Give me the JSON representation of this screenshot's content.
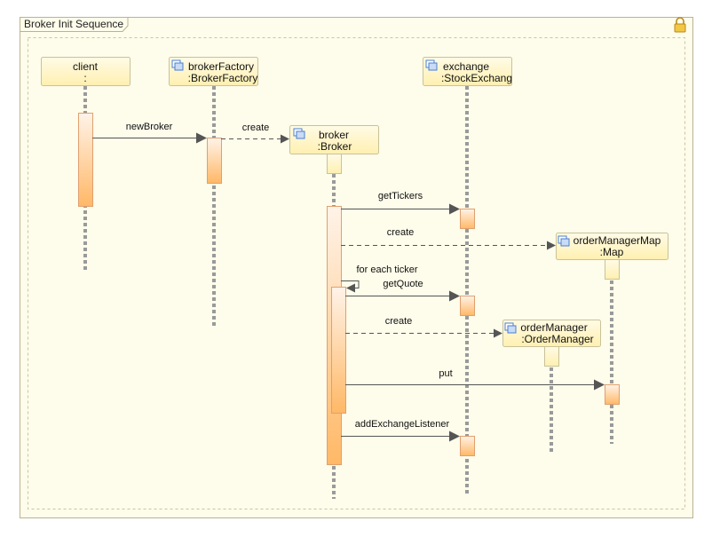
{
  "frame": {
    "title": "Broker Init Sequence"
  },
  "lifelines": [
    {
      "id": "client",
      "name": "client",
      "type": ":",
      "icon": "none"
    },
    {
      "id": "brokerFactory",
      "name": "brokerFactory",
      "type": ":BrokerFactory",
      "icon": "class-instance-icon"
    },
    {
      "id": "exchange",
      "name": "exchange",
      "type": ":StockExchang",
      "icon": "class-instance-icon"
    },
    {
      "id": "broker",
      "name": "broker",
      "type": ":Broker",
      "icon": "class-instance-icon"
    },
    {
      "id": "orderManagerMap",
      "name": "orderManagerMap",
      "type": ":Map",
      "icon": "class-instance-icon"
    },
    {
      "id": "orderManager",
      "name": "orderManager",
      "type": ":OrderManager",
      "icon": "class-instance-icon"
    }
  ],
  "messages": [
    {
      "id": "newBroker",
      "label": "newBroker",
      "kind": "sync"
    },
    {
      "id": "create-broker",
      "label": "create",
      "kind": "create"
    },
    {
      "id": "getTickers",
      "label": "getTickers",
      "kind": "sync"
    },
    {
      "id": "create-map",
      "label": "create",
      "kind": "create"
    },
    {
      "id": "loop",
      "label": "for each ticker",
      "kind": "self"
    },
    {
      "id": "getQuote",
      "label": "getQuote",
      "kind": "sync"
    },
    {
      "id": "create-om",
      "label": "create",
      "kind": "create"
    },
    {
      "id": "put",
      "label": "put",
      "kind": "sync"
    },
    {
      "id": "addExchangeListener",
      "label": "addExchangeListener",
      "kind": "sync"
    }
  ],
  "colors": {
    "frame_fill": "#fefcea",
    "frame_border": "#b8b494",
    "box_fill": "#fff4c2",
    "activation_top": "#fff3e8",
    "activation_bottom": "#ffb866",
    "lifeline": "#9a9a9a",
    "arrow": "#555555",
    "icon_blue": "#4a7fd1"
  }
}
